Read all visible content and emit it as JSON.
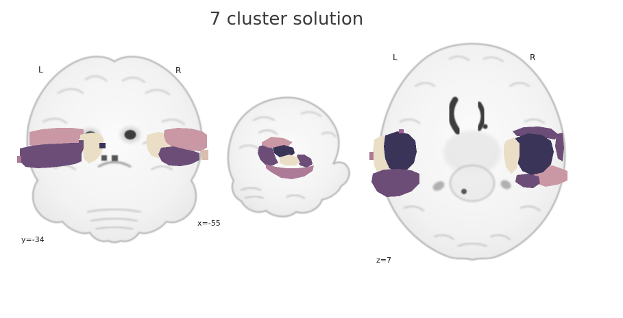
{
  "title": "7 cluster solution",
  "views": {
    "coronal": {
      "label_left": "L",
      "label_right": "R",
      "coord": "y=-34"
    },
    "sagittal": {
      "coord": "x=-55"
    },
    "axial": {
      "label_left": "L",
      "label_right": "R",
      "coord": "z=7"
    }
  },
  "clusters": {
    "count": 7,
    "colors": {
      "pink": "#c998a4",
      "purple": "#6b4d78",
      "navy": "#3b3459",
      "cream": "#eadfc6",
      "mauve": "#ad7b97",
      "tan": "#dabdae",
      "magenta": "#9d5f96"
    }
  },
  "brain": {
    "tissue": "#f1f1f1",
    "outline": "#b9b9b9",
    "sulcus": "#cfcfcf",
    "ventricle": "#3c3c3c",
    "background": "#ffffff",
    "title_color": "#3a3a3a",
    "label_color": "#1a1a1a"
  },
  "chart_data": {
    "type": "brain_map",
    "title": "7 cluster solution",
    "n_clusters": 7,
    "slices": [
      {
        "plane": "coronal",
        "axis": "y",
        "coordinate": -34,
        "label": "y=-34"
      },
      {
        "plane": "sagittal",
        "axis": "x",
        "coordinate": -55,
        "label": "x=-55"
      },
      {
        "plane": "axial",
        "axis": "z",
        "coordinate": 7,
        "label": "z=7"
      }
    ],
    "cluster_colors": [
      "#c998a4",
      "#6b4d78",
      "#3b3459",
      "#eadfc6",
      "#ad7b97",
      "#dabdae",
      "#9d5f96"
    ],
    "legend": "none",
    "background": "white"
  }
}
